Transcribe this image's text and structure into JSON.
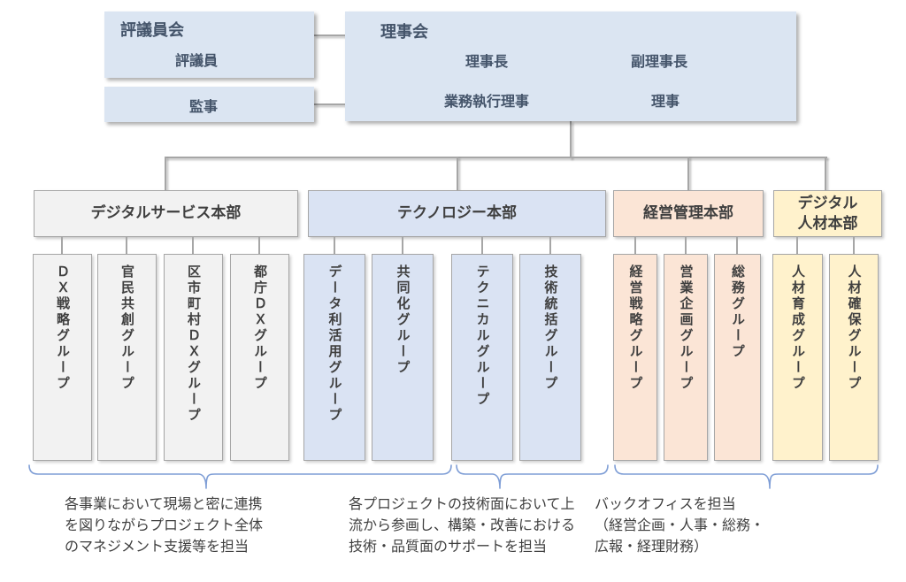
{
  "top": {
    "council": {
      "title": "評議員会",
      "member": "評議員"
    },
    "auditor": {
      "label": "監事"
    },
    "board": {
      "title": "理事会",
      "roles": [
        "理事長",
        "副理事長",
        "業務執行理事",
        "理事"
      ]
    }
  },
  "divisions": [
    {
      "name": "デジタルサービス本部",
      "color": "#f2f2f2",
      "groups": [
        "ＤＸ戦略グループ",
        "官民共創グループ",
        "区市町村ＤＸグループ",
        "都庁ＤＸグループ"
      ]
    },
    {
      "name": "テクノロジー本部",
      "color": "#dae3f3",
      "groups": [
        "データ利活用グループ",
        "共同化グループ",
        "テクニカルグループ",
        "技術統括グループ"
      ]
    },
    {
      "name": "経営管理本部",
      "color": "#fbe5d6",
      "groups": [
        "経営戦略グループ",
        "営業企画グループ",
        "総務グループ"
      ]
    },
    {
      "name": "デジタル\n人材本部",
      "color": "#fff2cc",
      "groups": [
        "人材育成グループ",
        "人材確保グループ"
      ]
    }
  ],
  "notes": [
    "各事業において現場と密に連携\nを図りながらプロジェクト全体\nのマネジメント支援等を担当",
    "各プロジェクトの技術面において上\n流から参画し、構築・改善における\n技術・品質面のサポートを担当",
    "バックオフィスを担当\n（経営企画・人事・総務・\n広報・経理財務）"
  ],
  "colors": {
    "box_blue": "#dbe5f2",
    "grey": "#f2f2f2",
    "blue": "#dae3f3",
    "peach": "#fbe5d6",
    "yellow": "#fff2cc",
    "line": "#a6a6a6",
    "brace": "#7f9ed6",
    "title_text": "#44546a",
    "body_text": "#3f3f3f"
  }
}
